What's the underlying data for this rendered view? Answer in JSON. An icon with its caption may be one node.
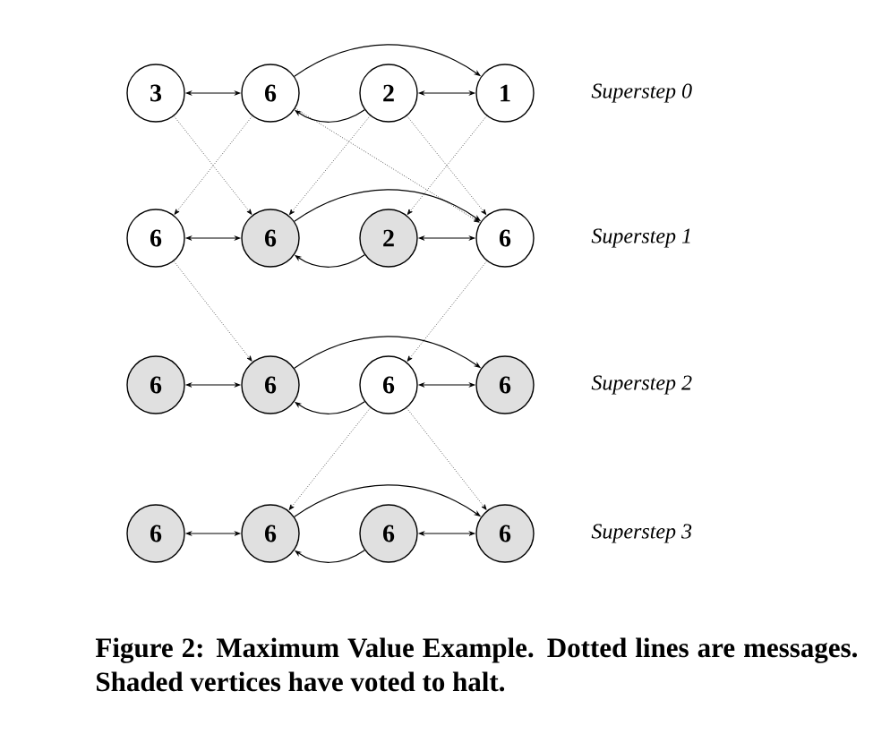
{
  "diagram": {
    "caption": "Figure 2: Maximum Value Example. Dotted lines are messages. Shaded vertices have voted to halt.",
    "nodes": [
      {
        "text": [
          "3"
        ]
      },
      {
        "text": [
          "6"
        ]
      },
      {
        "text": [
          "2"
        ]
      },
      {
        "text": [
          "1"
        ]
      },
      {
        "text": [
          "6"
        ]
      },
      {
        "text": [
          "6"
        ]
      },
      {
        "text": [
          "2"
        ]
      },
      {
        "text": [
          "6"
        ]
      },
      {
        "text": [
          "6"
        ]
      },
      {
        "text": [
          "6"
        ]
      },
      {
        "text": [
          "6"
        ]
      },
      {
        "text": [
          "6"
        ]
      },
      {
        "text": [
          "6"
        ]
      },
      {
        "text": [
          "6"
        ]
      },
      {
        "text": [
          "6"
        ]
      },
      {
        "text": [
          "6"
        ]
      }
    ],
    "edges": [
      {
        "from": 0,
        "to": 1,
        "arrow": "both"
      },
      {
        "from": 1,
        "to": 3,
        "arrow": "to"
      },
      {
        "from": 2,
        "to": 1,
        "arrow": "to"
      },
      {
        "from": 2,
        "to": 3,
        "arrow": "both"
      },
      {
        "from": 4,
        "to": 5,
        "arrow": "both"
      },
      {
        "from": 5,
        "to": 7,
        "arrow": "to"
      },
      {
        "from": 6,
        "to": 5,
        "arrow": "to"
      },
      {
        "from": 6,
        "to": 7,
        "arrow": "both"
      },
      {
        "from": 8,
        "to": 9,
        "arrow": "both"
      },
      {
        "from": 9,
        "to": 11,
        "arrow": "to"
      },
      {
        "from": 10,
        "to": 9,
        "arrow": "to"
      },
      {
        "from": 10,
        "to": 11,
        "arrow": "both"
      },
      {
        "from": 12,
        "to": 13,
        "arrow": "both"
      },
      {
        "from": 13,
        "to": 15,
        "arrow": "to"
      },
      {
        "from": 14,
        "to": 13,
        "arrow": "to"
      },
      {
        "from": 14,
        "to": 15,
        "arrow": "both"
      },
      {
        "from": 0,
        "to": 5,
        "arrow": "to",
        "style": "dashed"
      },
      {
        "from": 1,
        "to": 4,
        "arrow": "to",
        "style": "dashed"
      },
      {
        "from": 1,
        "to": 7,
        "arrow": "to",
        "style": "dashed"
      },
      {
        "from": 2,
        "to": 5,
        "arrow": "to",
        "style": "dashed"
      },
      {
        "from": 2,
        "to": 7,
        "arrow": "to",
        "style": "dashed"
      },
      {
        "from": 3,
        "to": 6,
        "arrow": "to",
        "style": "dashed"
      },
      {
        "from": 4,
        "to": 9,
        "arrow": "to",
        "style": "dashed"
      },
      {
        "from": 7,
        "to": 10,
        "arrow": "to",
        "style": "dashed"
      },
      {
        "from": 10,
        "to": 13,
        "arrow": "to",
        "style": "dashed"
      },
      {
        "from": 10,
        "to": 15,
        "arrow": "to",
        "style": "dashed"
      }
    ],
    "labels": [
      "Superstep 0",
      "Superstep 1",
      "Superstep 2",
      "Superstep 3"
    ]
  }
}
